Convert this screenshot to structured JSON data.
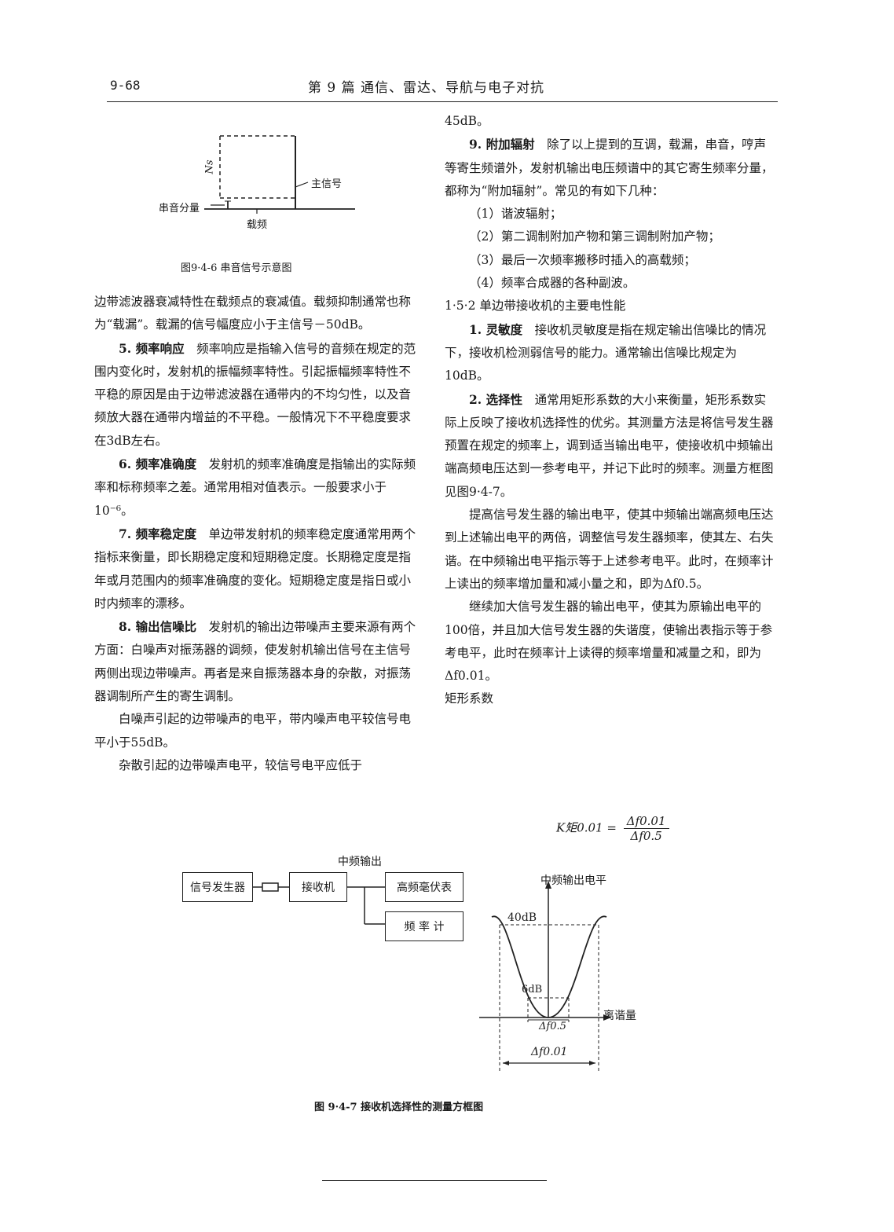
{
  "header": {
    "page_number": "9-68",
    "chapter_title": "第 9 篇   通信、雷达、导航与电子对抗"
  },
  "figure1": {
    "label_ns": "Ns",
    "label_main_signal": "主信号",
    "label_crosstalk": "串音分量",
    "label_carrier": "载频",
    "caption": "图9·4-6   串音信号示意图"
  },
  "left_column": [
    {
      "text": "边带滤波器衰减特性在载频点的衰减值。载频抑制通常也称为“载漏”。载漏的信号幅度应小于主信号－50dB。"
    },
    {
      "title": "5. 频率响应",
      "text": "频率响应是指输入信号的音频在规定的范围内变化时，发射机的振幅频率特性。引起振幅频率特性不平稳的原因是由于边带滤波器在通带内的不均匀性，以及音频放大器在通带内增益的不平稳。一般情况下不平稳度要求在3dB左右。"
    },
    {
      "title": "6. 频率准确度",
      "text": "发射机的频率准确度是指输出的实际频率和标称频率之差。通常用相对值表示。一般要求小于10⁻⁶。"
    },
    {
      "title": "7. 频率稳定度",
      "text": "单边带发射机的频率稳定度通常用两个指标来衡量，即长期稳定度和短期稳定度。长期稳定度是指年或月范围内的频率准确度的变化。短期稳定度是指日或小时内频率的漂移。"
    },
    {
      "title": "8. 输出信噪比",
      "text": "发射机的输出边带噪声主要来源有两个方面：白噪声对振荡器的调频，使发射机输出信号在主信号两侧出现边带噪声。再者是来自振荡器本身的杂散，对振荡器调制所产生的寄生调制。"
    },
    {
      "text": "白噪声引起的边带噪声的电平，带内噪声电平较信号电平小于55dB。"
    },
    {
      "text": "杂散引起的边带噪声电平，较信号电平应低于"
    }
  ],
  "right_column": [
    {
      "text": "45dB。",
      "noindent": true
    },
    {
      "title": "9. 附加辐射",
      "text": "除了以上提到的互调，载漏，串音，哼声等寄生频谱外，发射机输出电压频谱中的其它寄生频率分量，都称为“附加辐射”。常见的有如下几种："
    },
    {
      "text": "（1）谐波辐射；"
    },
    {
      "text": "（2）第二调制附加产物和第三调制附加产物；"
    },
    {
      "text": "（3）最后一次频率搬移时插入的高载频；"
    },
    {
      "text": "（4）频率合成器的各种副波。"
    },
    {
      "text": "1·5·2  单边带接收机的主要电性能",
      "noindent": true
    },
    {
      "title": "1. 灵敏度",
      "text": "接收机灵敏度是指在规定输出信噪比的情况下，接收机检测弱信号的能力。通常输出信噪比规定为10dB。"
    },
    {
      "title": "2. 选择性",
      "text": "通常用矩形系数的大小来衡量，矩形系数实际上反映了接收机选择性的优劣。其测量方法是将信号发生器预置在规定的频率上，调到适当输出电平，使接收机中频输出端高频电压达到一参考电平，并记下此时的频率。测量方框图见图9·4-7。"
    },
    {
      "text": "提高信号发生器的输出电平，使其中频输出端高频电压达到上述输出电平的两倍，调整信号发生器频率，使其左、右失谐。在中频输出电平指示等于上述参考电平。此时，在频率计上读出的频率增加量和减小量之和，即为Δf0.5。"
    },
    {
      "text": "继续加大信号发生器的输出电平，使其为原输出电平的100倍，并且加大信号发生器的失谐度，使输出表指示等于参考电平，此时在频率计上读得的频率增量和减量之和，即为Δf0.01。"
    },
    {
      "text": "矩形系数",
      "noindent": true
    }
  ],
  "formula": {
    "lhs": "K矩0.01 =",
    "numerator": "Δf0.01",
    "denominator": "Δf0.5"
  },
  "figure2": {
    "signal_generator": "信号发生器",
    "receiver": "接收机",
    "if_output": "中频输出",
    "hf_voltmeter": "高频毫伏表",
    "frequency_counter": "频  率  计",
    "y_axis": "中频输出电平",
    "x_axis": "离谐量",
    "label_40db": "40dB",
    "label_6db": "6dB",
    "label_df05": "Δf0.5",
    "label_df001": "Δf0.01",
    "caption": "图 9·4-7   接收机选择性的测量方框图"
  }
}
